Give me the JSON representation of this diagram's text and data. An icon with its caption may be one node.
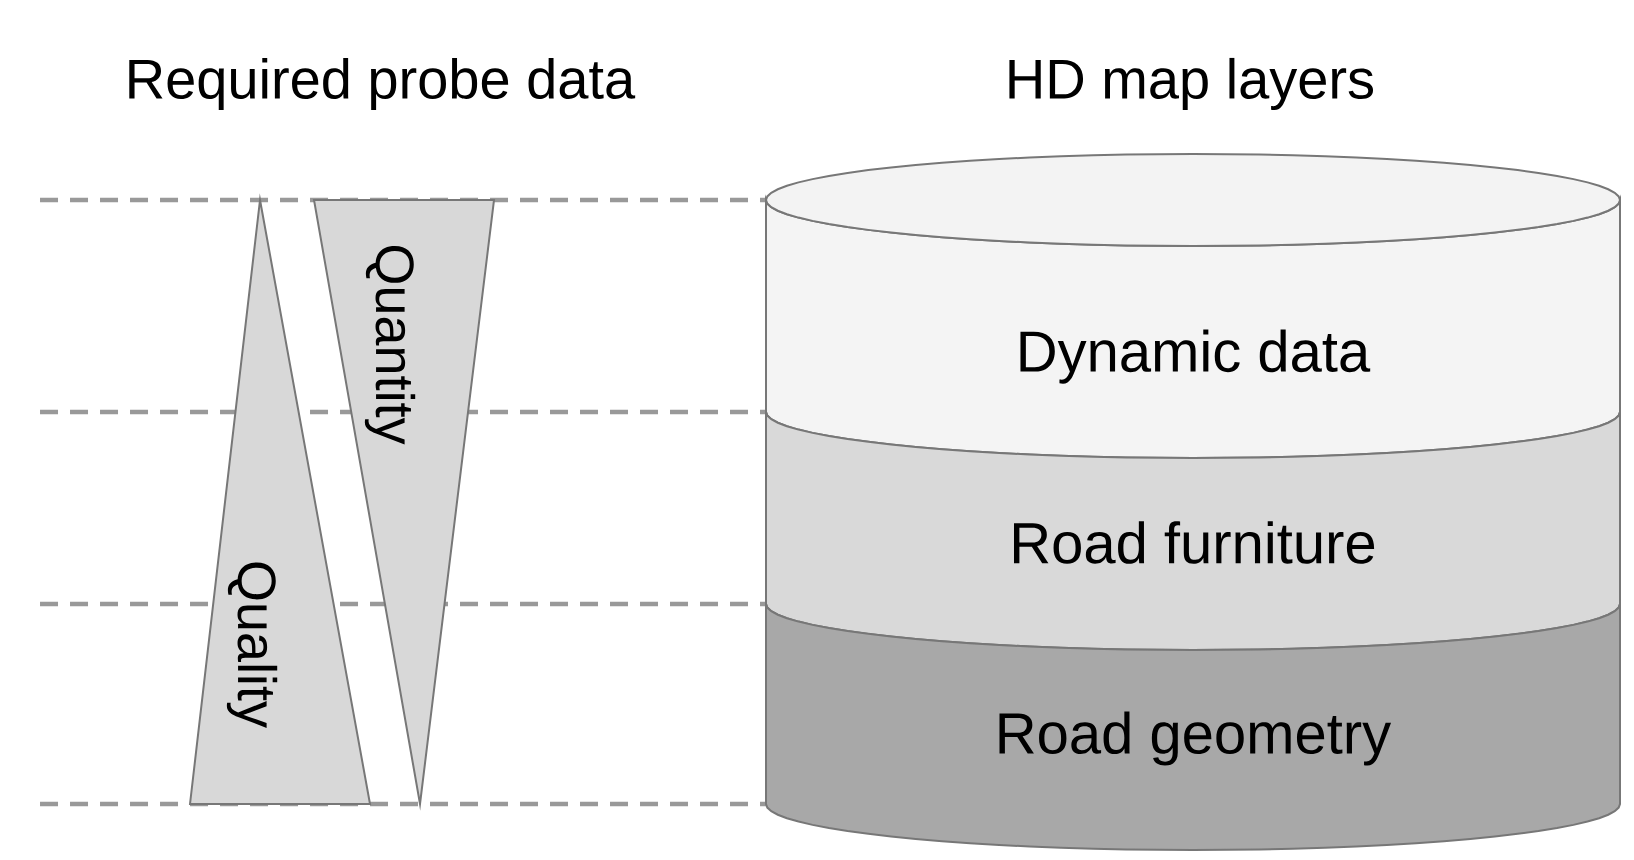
{
  "diagram": {
    "nodes": [
      {
        "text": [
          "Quality"
        ]
      },
      {
        "text": [
          "Quantity"
        ]
      },
      {
        "text": [
          "Dynamic data"
        ]
      },
      {
        "text": [
          "Road furniture"
        ]
      },
      {
        "text": [
          "Road geometry"
        ]
      }
    ],
    "labels": [
      "Required probe data",
      "HD map layers"
    ]
  }
}
